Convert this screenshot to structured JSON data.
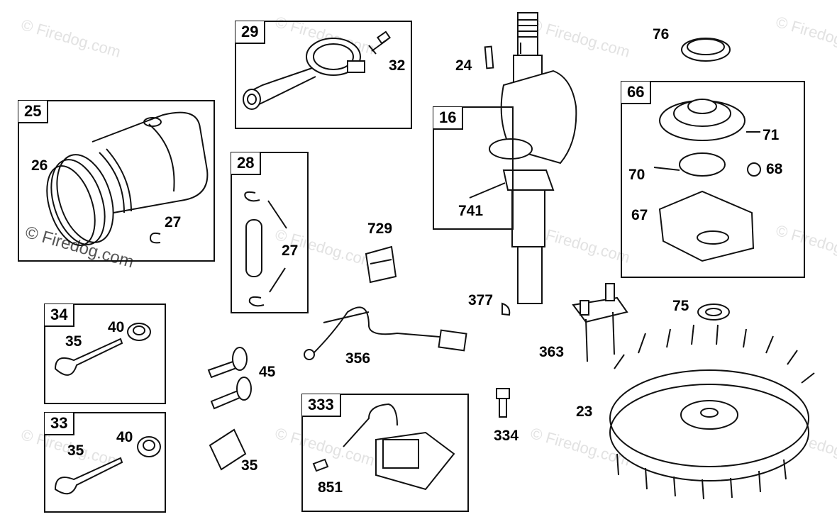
{
  "watermark": {
    "text": "© Firedog.com"
  },
  "boxes": {
    "b25": "25",
    "b29": "29",
    "b28": "28",
    "b16": "16",
    "b66": "66",
    "b34": "34",
    "b33": "33",
    "b333": "333"
  },
  "labels": {
    "l26": "26",
    "l27a": "27",
    "l32": "32",
    "l27b": "27",
    "l24": "24",
    "l741": "741",
    "l729": "729",
    "l76": "76",
    "l71": "71",
    "l70": "70",
    "l68": "68",
    "l67": "67",
    "l75": "75",
    "l377": "377",
    "l356": "356",
    "l363": "363",
    "l40a": "40",
    "l35a": "35",
    "l45": "45",
    "l40b": "40",
    "l35b": "35",
    "l35c": "35",
    "l334": "334",
    "l23": "23",
    "l851": "851"
  }
}
